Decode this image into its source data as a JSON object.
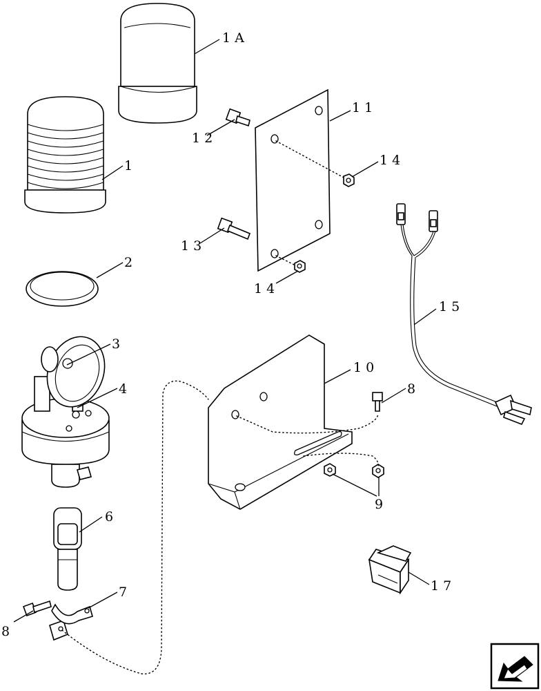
{
  "callouts": {
    "c1A": "1 A",
    "c1": "1",
    "c2": "2",
    "c3": "3",
    "c4": "4",
    "c6": "6",
    "c7": "7",
    "c8a": "8",
    "c8b": "8",
    "c9": "9",
    "c10": "1 0",
    "c11": "1 1",
    "c12": "1 2",
    "c13": "1 3",
    "c14a": "1 4",
    "c14b": "1 4",
    "c15": "1 5",
    "c17": "1 7"
  },
  "icons": {
    "nav": "back-arrow-icon"
  }
}
